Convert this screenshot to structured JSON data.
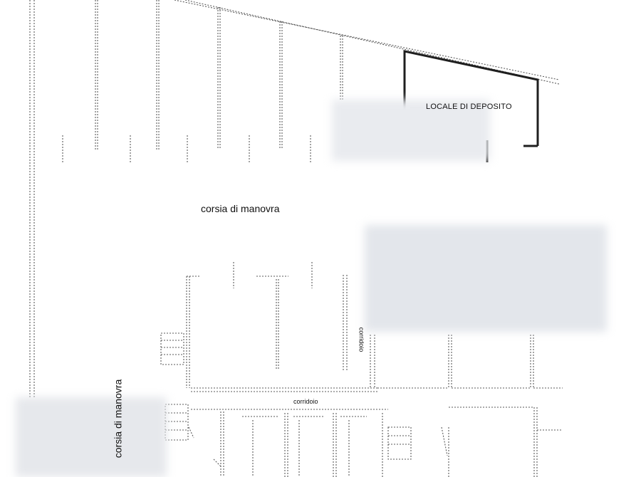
{
  "labels": {
    "storage_room": "LOCALE DI DEPOSITO",
    "maneuver_aisle_main": "corsia di manovra",
    "maneuver_aisle_side": "corsia di manovra",
    "corridor_horizontal": "corridoio",
    "corridor_vertical": "corridoio"
  },
  "colors": {
    "line": "#5a5a5a",
    "thick_wall": "#1f1f1f",
    "background": "#ffffff",
    "redaction": "#e6e8ec"
  }
}
